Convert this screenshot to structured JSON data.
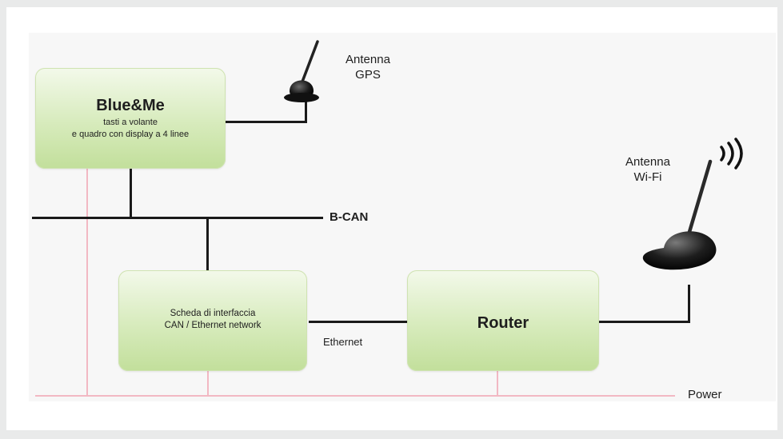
{
  "nodes": {
    "blueme": {
      "title": "Blue&Me",
      "line1": "tasti a volante",
      "line2": "e quadro con display a 4 linee"
    },
    "interface": {
      "line1": "Scheda di interfaccia",
      "line2": "CAN / Ethernet network"
    },
    "router": {
      "title": "Router"
    }
  },
  "labels": {
    "antenna_gps_line1": "Antenna",
    "antenna_gps_line2": "GPS",
    "antenna_wifi_line1": "Antenna",
    "antenna_wifi_line2": "Wi-Fi",
    "bus": "B-CAN",
    "ethernet": "Ethernet",
    "power": "Power"
  },
  "icons": {
    "gps_antenna": "gps-antenna-icon",
    "wifi_antenna": "wifi-antenna-icon",
    "wireless_signal": "wireless-signal-icon"
  },
  "colors": {
    "box_green": "#c2df9b",
    "power_line": "#f2b8c3",
    "wire": "#1a1a1a"
  }
}
